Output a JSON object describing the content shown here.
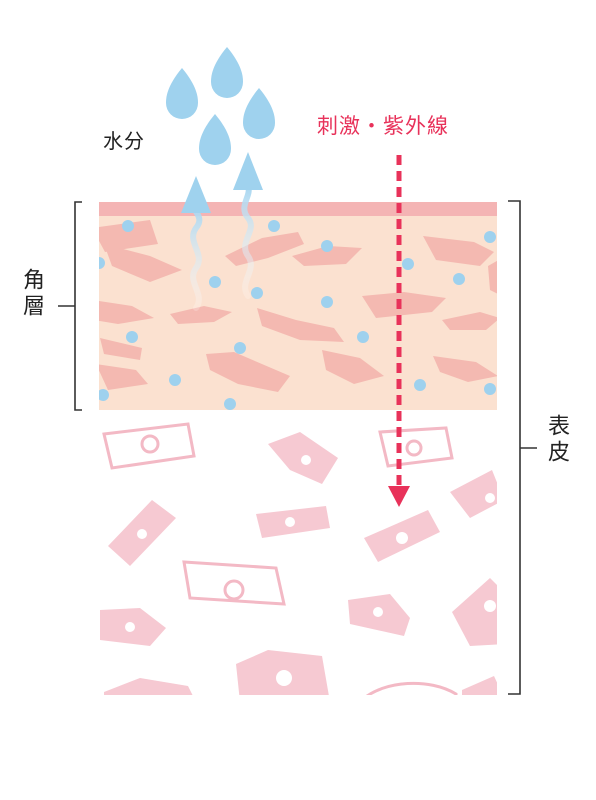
{
  "labels": {
    "water": "水分",
    "uv": "刺激・紫外線",
    "stratum_corneum": "角層",
    "epidermis": "表皮"
  },
  "colors": {
    "stratum_fill": "#fbe1d0",
    "stratum_top": "#f4b4b4",
    "flake": "#f4b9b1",
    "water_drop": "#9fd2ee",
    "water_dot": "#9ed1ee",
    "cell_pink": "#f6c9d2",
    "cell_outline": "#f3b9c5",
    "uv_arrow": "#e8325a",
    "bracket": "#333333"
  }
}
